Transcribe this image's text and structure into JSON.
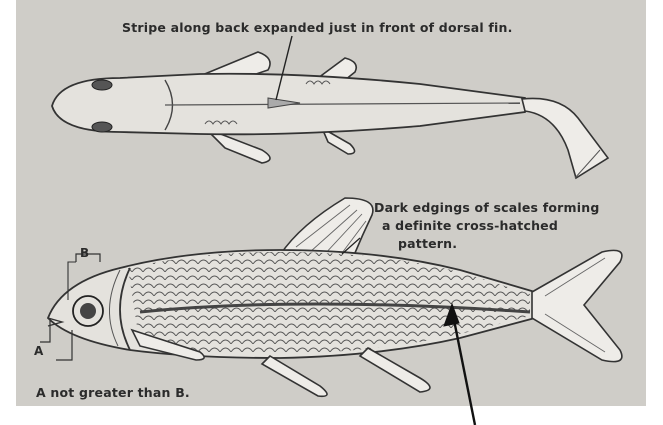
{
  "annotations": {
    "top_caption": "Stripe along back expanded just in front of dorsal fin.",
    "scales_line1": "Dark edgings of scales forming",
    "scales_line2": "a definite cross-hatched",
    "scales_line3": "pattern.",
    "marker_b": "B",
    "marker_a": "A",
    "bottom_note": "A not greater than B."
  },
  "colors": {
    "background": "#cfcdc8",
    "ink": "#2b2b2b",
    "fish_body": "#e4e2dd",
    "fin": "#eeece8"
  },
  "icons": [
    "fish-dorsal-view-illustration",
    "fish-lateral-view-illustration",
    "pointer-arrow-icon"
  ]
}
